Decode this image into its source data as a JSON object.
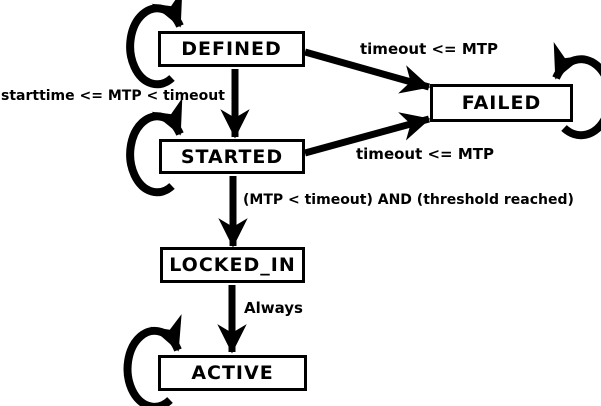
{
  "colors": {
    "background": "#ffffff",
    "line": "#000000",
    "state_fill": "#ffffff",
    "text": "#000000"
  },
  "states": [
    {
      "label": "DEFINED",
      "self_loop": true
    },
    {
      "label": "STARTED",
      "self_loop": true
    },
    {
      "label": "FAILED",
      "self_loop": true
    },
    {
      "label": "LOCKED_IN",
      "self_loop": false
    },
    {
      "label": "ACTIVE",
      "self_loop": true
    }
  ],
  "transitions": [
    {
      "from": "DEFINED",
      "to": "STARTED",
      "label": "starttime <= MTP < timeout"
    },
    {
      "from": "DEFINED",
      "to": "FAILED",
      "label": "timeout <= MTP"
    },
    {
      "from": "STARTED",
      "to": "FAILED",
      "label": "timeout <= MTP"
    },
    {
      "from": "STARTED",
      "to": "LOCKED_IN",
      "label": "(MTP < timeout) AND (threshold reached)"
    },
    {
      "from": "LOCKED_IN",
      "to": "ACTIVE",
      "label": "Always"
    }
  ]
}
